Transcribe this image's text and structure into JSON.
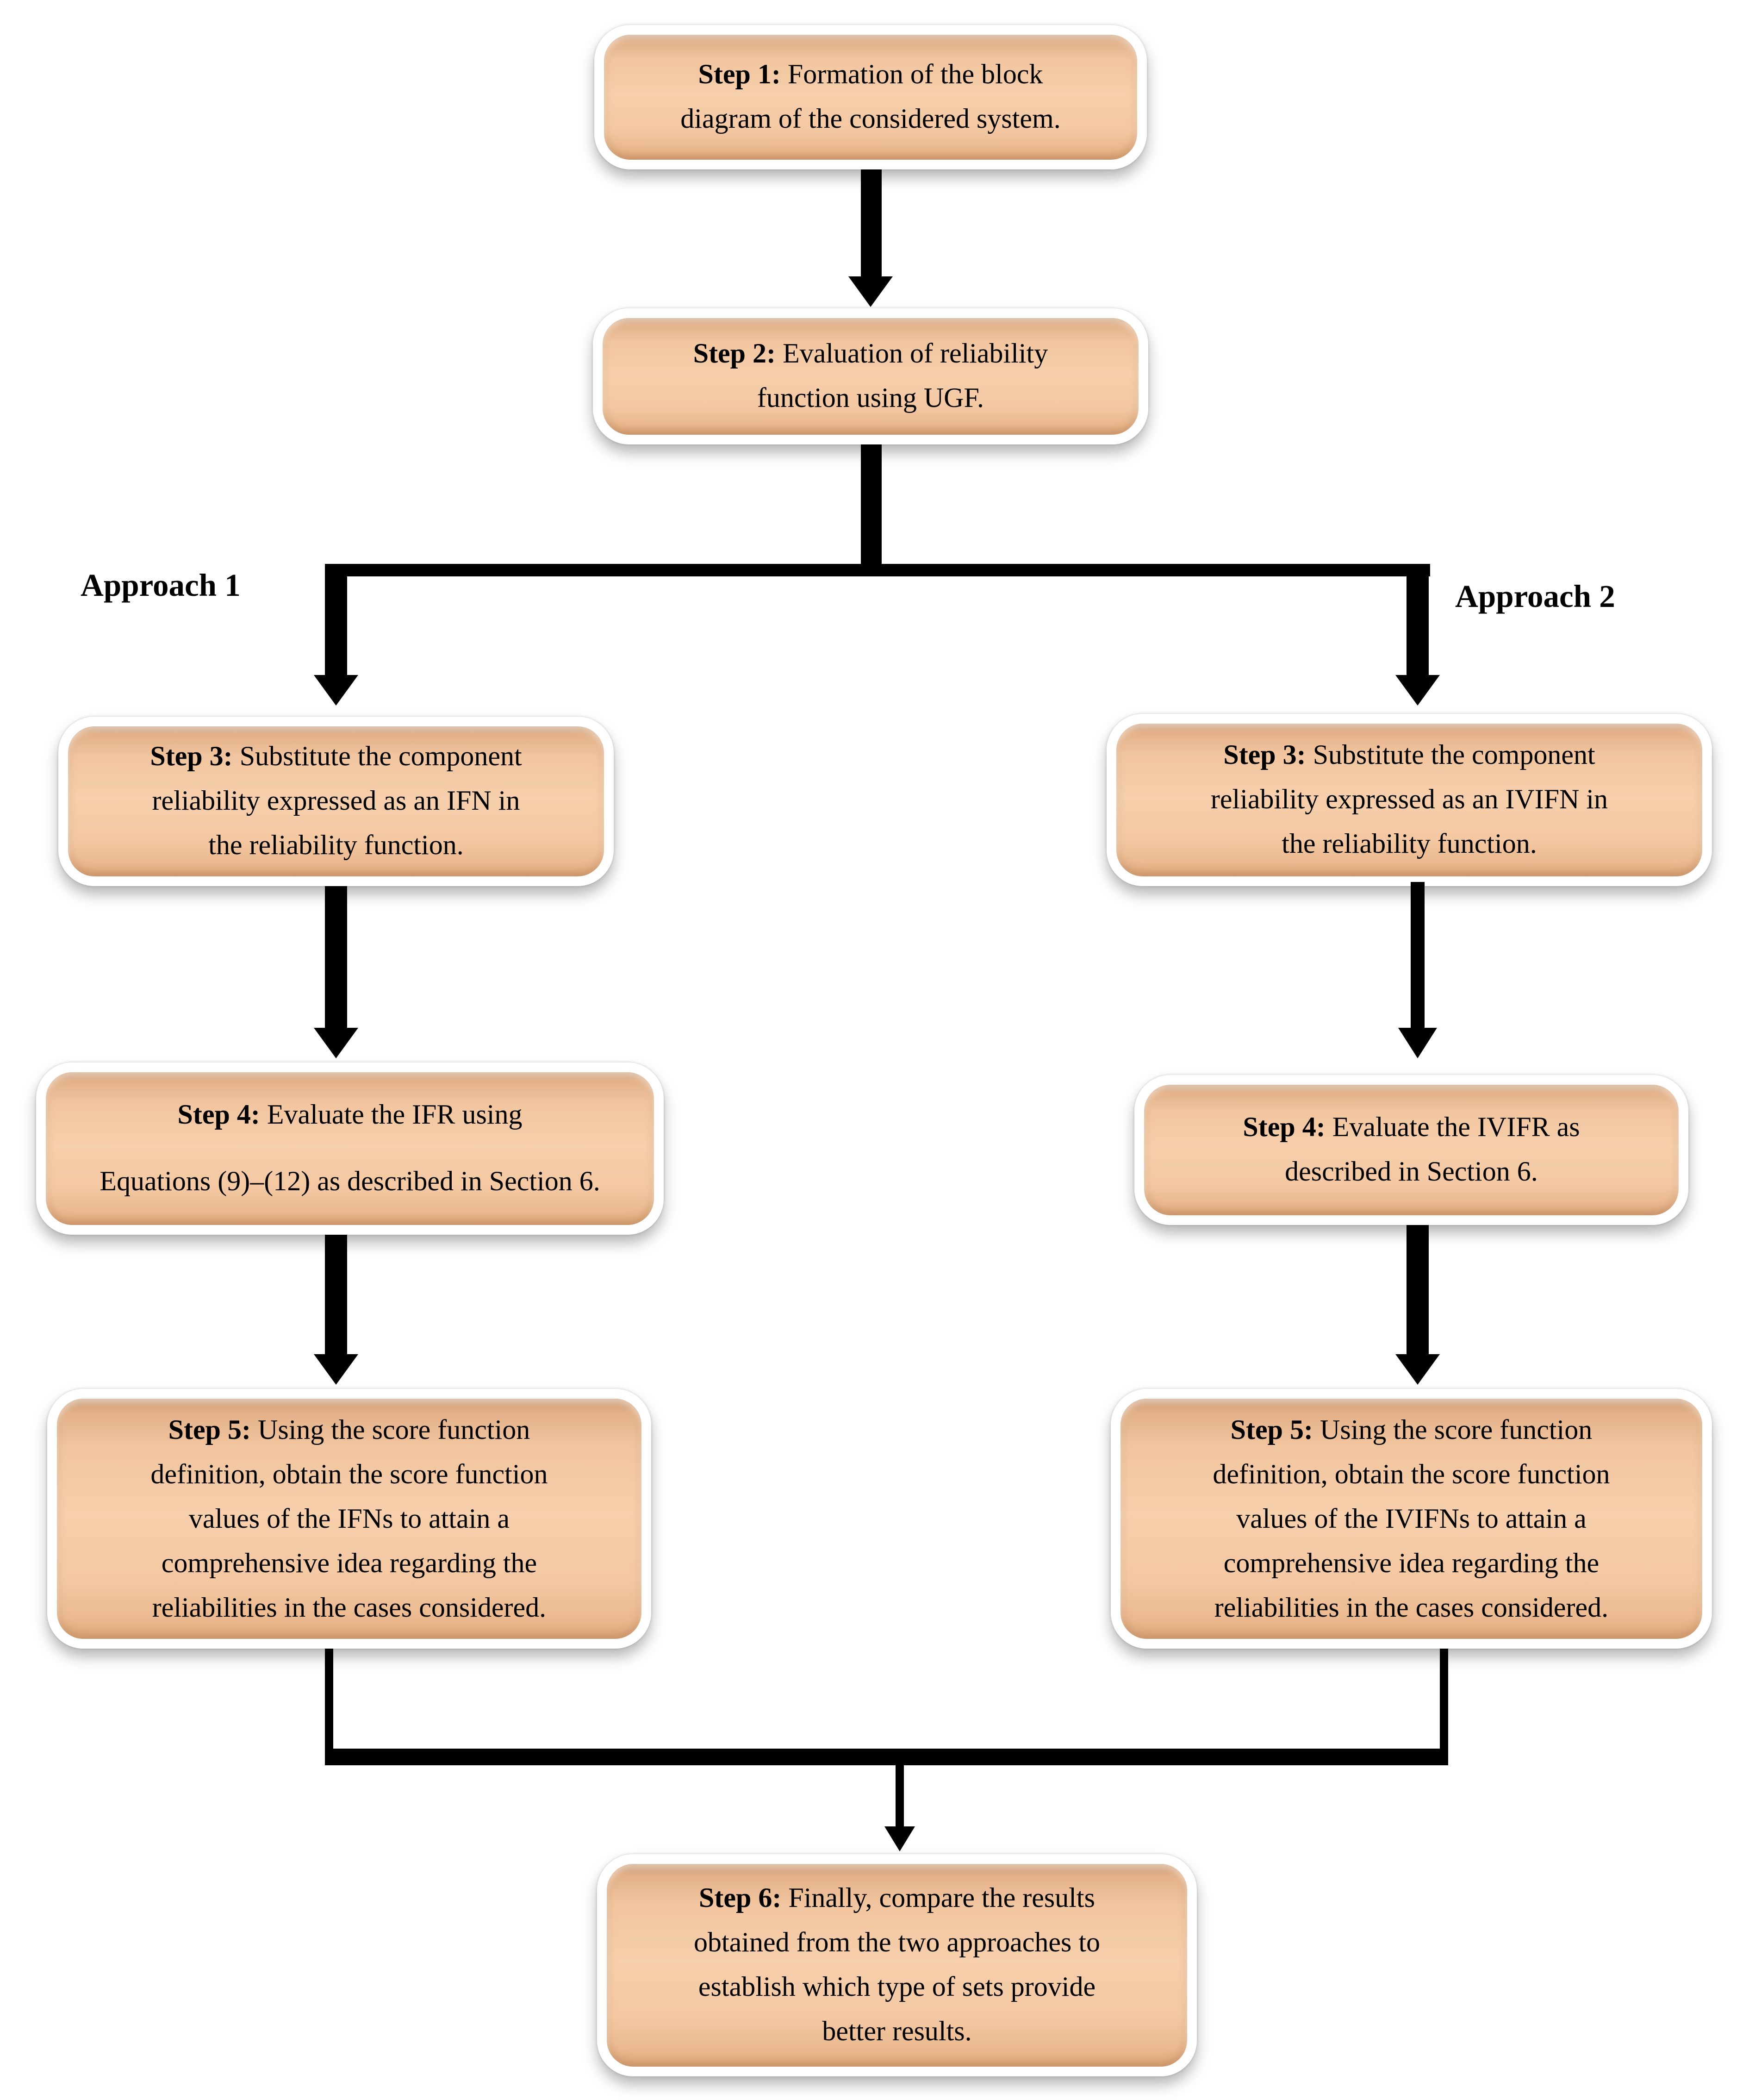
{
  "figure": {
    "type": "flowchart",
    "colors": {
      "box_fill": "#f6cfac",
      "box_fill_edge": "#c99b73",
      "box_border": "#ffffff",
      "connector": "#000000",
      "text": "#000000",
      "background": "#ffffff"
    },
    "labels": {
      "approach1": "Approach 1",
      "approach2": "Approach 2"
    },
    "boxes": {
      "step1": {
        "prefix": "Step 1:",
        "body": "Formation of the block\ndiagram of the considered system."
      },
      "step2": {
        "prefix": "Step 2:",
        "body": "Evaluation of reliability\nfunction using UGF."
      },
      "step3_left": {
        "prefix": "Step 3:",
        "body": "Substitute the component\nreliability expressed as an IFN in\nthe reliability function."
      },
      "step3_right": {
        "prefix": "Step 3:",
        "body": "Substitute the component\nreliability expressed as an IVIFN in\nthe reliability function."
      },
      "step4_left": {
        "prefix": "Step 4:",
        "body": "Evaluate the IFR using",
        "body2": "Equations (9)–(12) as described in Section 6."
      },
      "step4_right": {
        "prefix": "Step 4:",
        "body": "Evaluate the IVIFR as\ndescribed in Section 6."
      },
      "step5_left": {
        "prefix": "Step 5:",
        "body": "Using the score function\ndefinition, obtain the score function\nvalues of the IFNs to attain a\ncomprehensive idea regarding the\nreliabilities in the cases considered."
      },
      "step5_right": {
        "prefix": "Step 5:",
        "body": "Using the score function\ndefinition, obtain the score function\nvalues of the IVIFNs to attain a\ncomprehensive idea regarding the\nreliabilities in the cases considered."
      },
      "step6": {
        "prefix": "Step 6:",
        "body": "Finally, compare the results\nobtained from the two approaches to\nestablish which type of sets provide\nbetter results."
      }
    }
  }
}
